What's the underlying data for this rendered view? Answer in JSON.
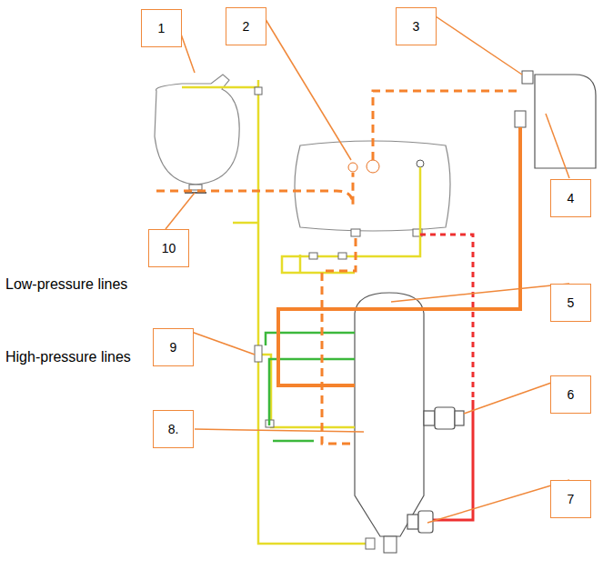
{
  "diagram": {
    "nodes": [
      {
        "text": [
          "1"
        ]
      },
      {
        "text": [
          "2"
        ]
      },
      {
        "text": [
          "3"
        ]
      },
      {
        "text": [
          "4"
        ]
      },
      {
        "text": [
          "10"
        ]
      },
      {
        "text": [
          "5"
        ]
      },
      {
        "text": [
          "9"
        ]
      },
      {
        "text": [
          "6"
        ]
      },
      {
        "text": [
          "8."
        ]
      },
      {
        "text": [
          "7"
        ]
      }
    ],
    "labels": [
      "Low-pressure lines",
      "High-pressure lines"
    ]
  }
}
